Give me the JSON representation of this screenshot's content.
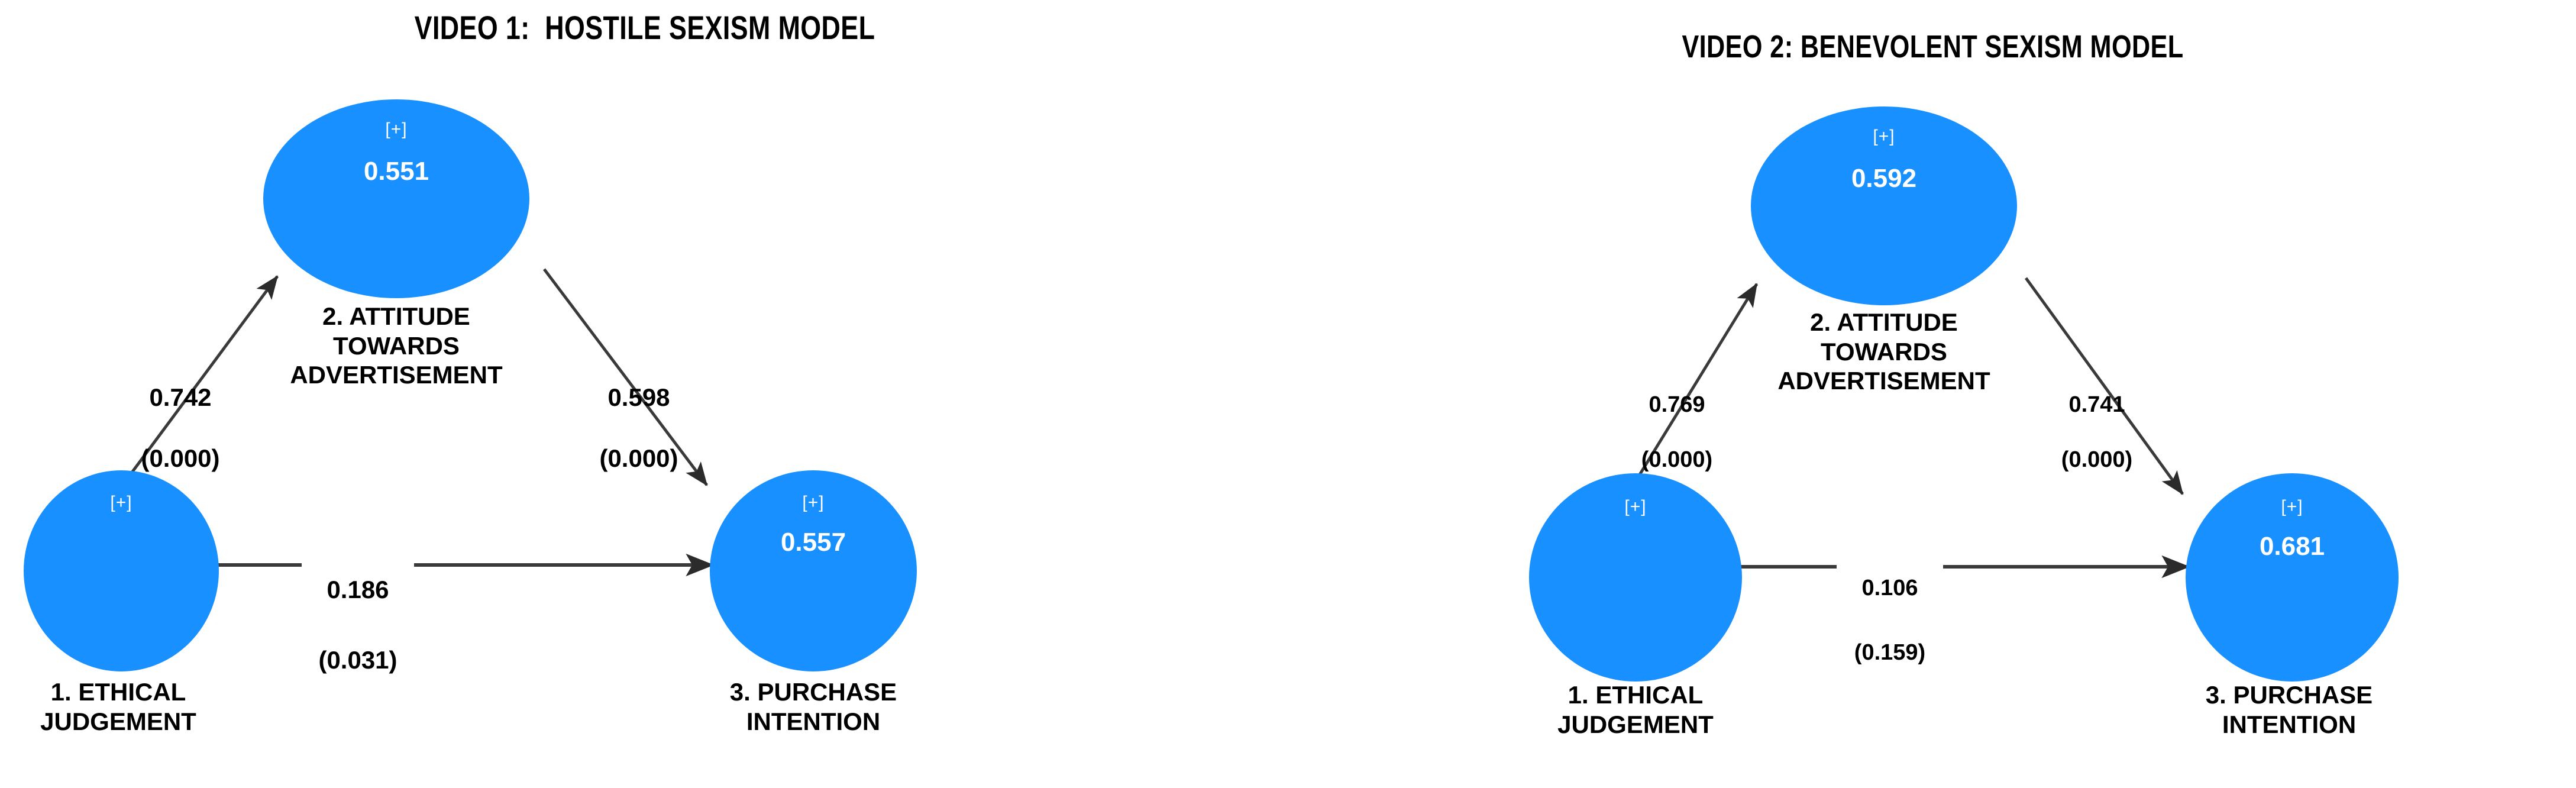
{
  "figure": {
    "background_color": "#ffffff",
    "node_color": "#1890FF",
    "node_text_color": "#ffffff",
    "edge_color": "#3a3a3a",
    "text_color": "#000000"
  },
  "chart_data": {
    "type": "diagram",
    "diagram_type": "sem-path-model",
    "title": "",
    "models": [
      {
        "title": "VIDEO 1:  HOSTILE SEXISM MODEL",
        "nodes": [
          {
            "id": "ethical_judgement",
            "label": "1. ETHICAL\nJUDGEMENT",
            "sign": "[+]",
            "r2": ""
          },
          {
            "id": "attitude_ad",
            "label": "2. ATTITUDE\nTOWARDS\nADVERTISEMENT",
            "sign": "[+]",
            "r2": "0.551"
          },
          {
            "id": "purchase_intention",
            "label": "3. PURCHASE\nINTENTION",
            "sign": "[+]",
            "r2": "0.557"
          }
        ],
        "edges": [
          {
            "from": "ethical_judgement",
            "to": "attitude_ad",
            "coefficient": "0.742",
            "p_value": "(0.000)"
          },
          {
            "from": "attitude_ad",
            "to": "purchase_intention",
            "coefficient": "0.598",
            "p_value": "(0.000)"
          },
          {
            "from": "ethical_judgement",
            "to": "purchase_intention",
            "coefficient": "0.186",
            "p_value": "(0.031)"
          }
        ]
      },
      {
        "title": "VIDEO 2: BENEVOLENT SEXISM MODEL",
        "nodes": [
          {
            "id": "ethical_judgement",
            "label": "1. ETHICAL\nJUDGEMENT",
            "sign": "[+]",
            "r2": ""
          },
          {
            "id": "attitude_ad",
            "label": "2. ATTITUDE\nTOWARDS\nADVERTISEMENT",
            "sign": "[+]",
            "r2": "0.592"
          },
          {
            "id": "purchase_intention",
            "label": "3. PURCHASE\nINTENTION",
            "sign": "[+]",
            "r2": "0.681"
          }
        ],
        "edges": [
          {
            "from": "ethical_judgement",
            "to": "attitude_ad",
            "coefficient": "0.769",
            "p_value": "(0.000)"
          },
          {
            "from": "attitude_ad",
            "to": "purchase_intention",
            "coefficient": "0.741",
            "p_value": "(0.000)"
          },
          {
            "from": "ethical_judgement",
            "to": "purchase_intention",
            "coefficient": "0.106",
            "p_value": "(0.159)"
          }
        ]
      }
    ]
  },
  "video1": {
    "title": "VIDEO 1:  HOSTILE SEXISM MODEL",
    "node_mediator": {
      "sign": "[+]",
      "r2": "0.551",
      "label": "2. ATTITUDE\nTOWARDS\nADVERTISEMENT"
    },
    "node_predictor": {
      "sign": "[+]",
      "r2": "",
      "label": "1. ETHICAL\nJUDGEMENT"
    },
    "node_outcome": {
      "sign": "[+]",
      "r2": "0.557",
      "label": "3. PURCHASE\nINTENTION"
    },
    "edge_a": {
      "coefficient": "0.742",
      "p_value": "(0.000)"
    },
    "edge_b": {
      "coefficient": "0.598",
      "p_value": "(0.000)"
    },
    "edge_c": {
      "coefficient": "0.186",
      "p_value": "(0.031)"
    }
  },
  "video2": {
    "title": "VIDEO 2: BENEVOLENT SEXISM MODEL",
    "node_mediator": {
      "sign": "[+]",
      "r2": "0.592",
      "label": "2. ATTITUDE\nTOWARDS\nADVERTISEMENT"
    },
    "node_predictor": {
      "sign": "[+]",
      "r2": "",
      "label": "1. ETHICAL\nJUDGEMENT"
    },
    "node_outcome": {
      "sign": "[+]",
      "r2": "0.681",
      "label": "3. PURCHASE\nINTENTION"
    },
    "edge_a": {
      "coefficient": "0.769",
      "p_value": "(0.000)"
    },
    "edge_b": {
      "coefficient": "0.741",
      "p_value": "(0.000)"
    },
    "edge_c": {
      "coefficient": "0.106",
      "p_value": "(0.159)"
    }
  }
}
